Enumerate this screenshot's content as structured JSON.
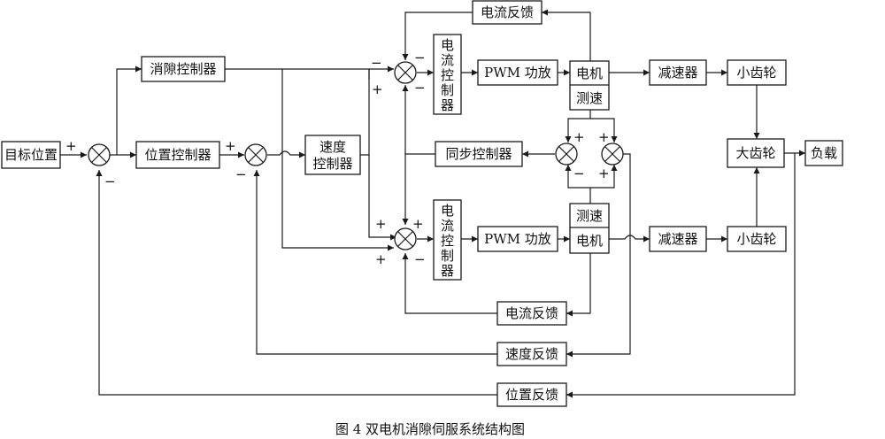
{
  "blocks": {
    "target_position": "目标位置",
    "backlash_controller": "消隙控制器",
    "position_controller": "位置控制器",
    "speed_controller_line1": "速度",
    "speed_controller_line2": "控制器",
    "current_controller_top": [
      "电",
      "流",
      "控",
      "制",
      "器"
    ],
    "current_controller_bottom": [
      "电",
      "流",
      "控",
      "制",
      "器"
    ],
    "pwm_amp_top": "PWM 功放",
    "pwm_amp_bottom": "PWM 功放",
    "motor_top": "电机",
    "motor_bottom": "电机",
    "tacho_top": "测速",
    "tacho_bottom": "测速",
    "current_feedback_top": "电流反馈",
    "current_feedback_bottom": "电流反馈",
    "sync_controller": "同步控制器",
    "reducer_top": "减速器",
    "reducer_bottom": "减速器",
    "pinion_top": "小齿轮",
    "pinion_bottom": "小齿轮",
    "gear": "大齿轮",
    "load": "负载",
    "speed_feedback": "速度反馈",
    "position_feedback": "位置反馈"
  },
  "signs": {
    "plus": "+",
    "minus": "−"
  },
  "caption": "图 4   双电机消隙伺服系统结构图"
}
